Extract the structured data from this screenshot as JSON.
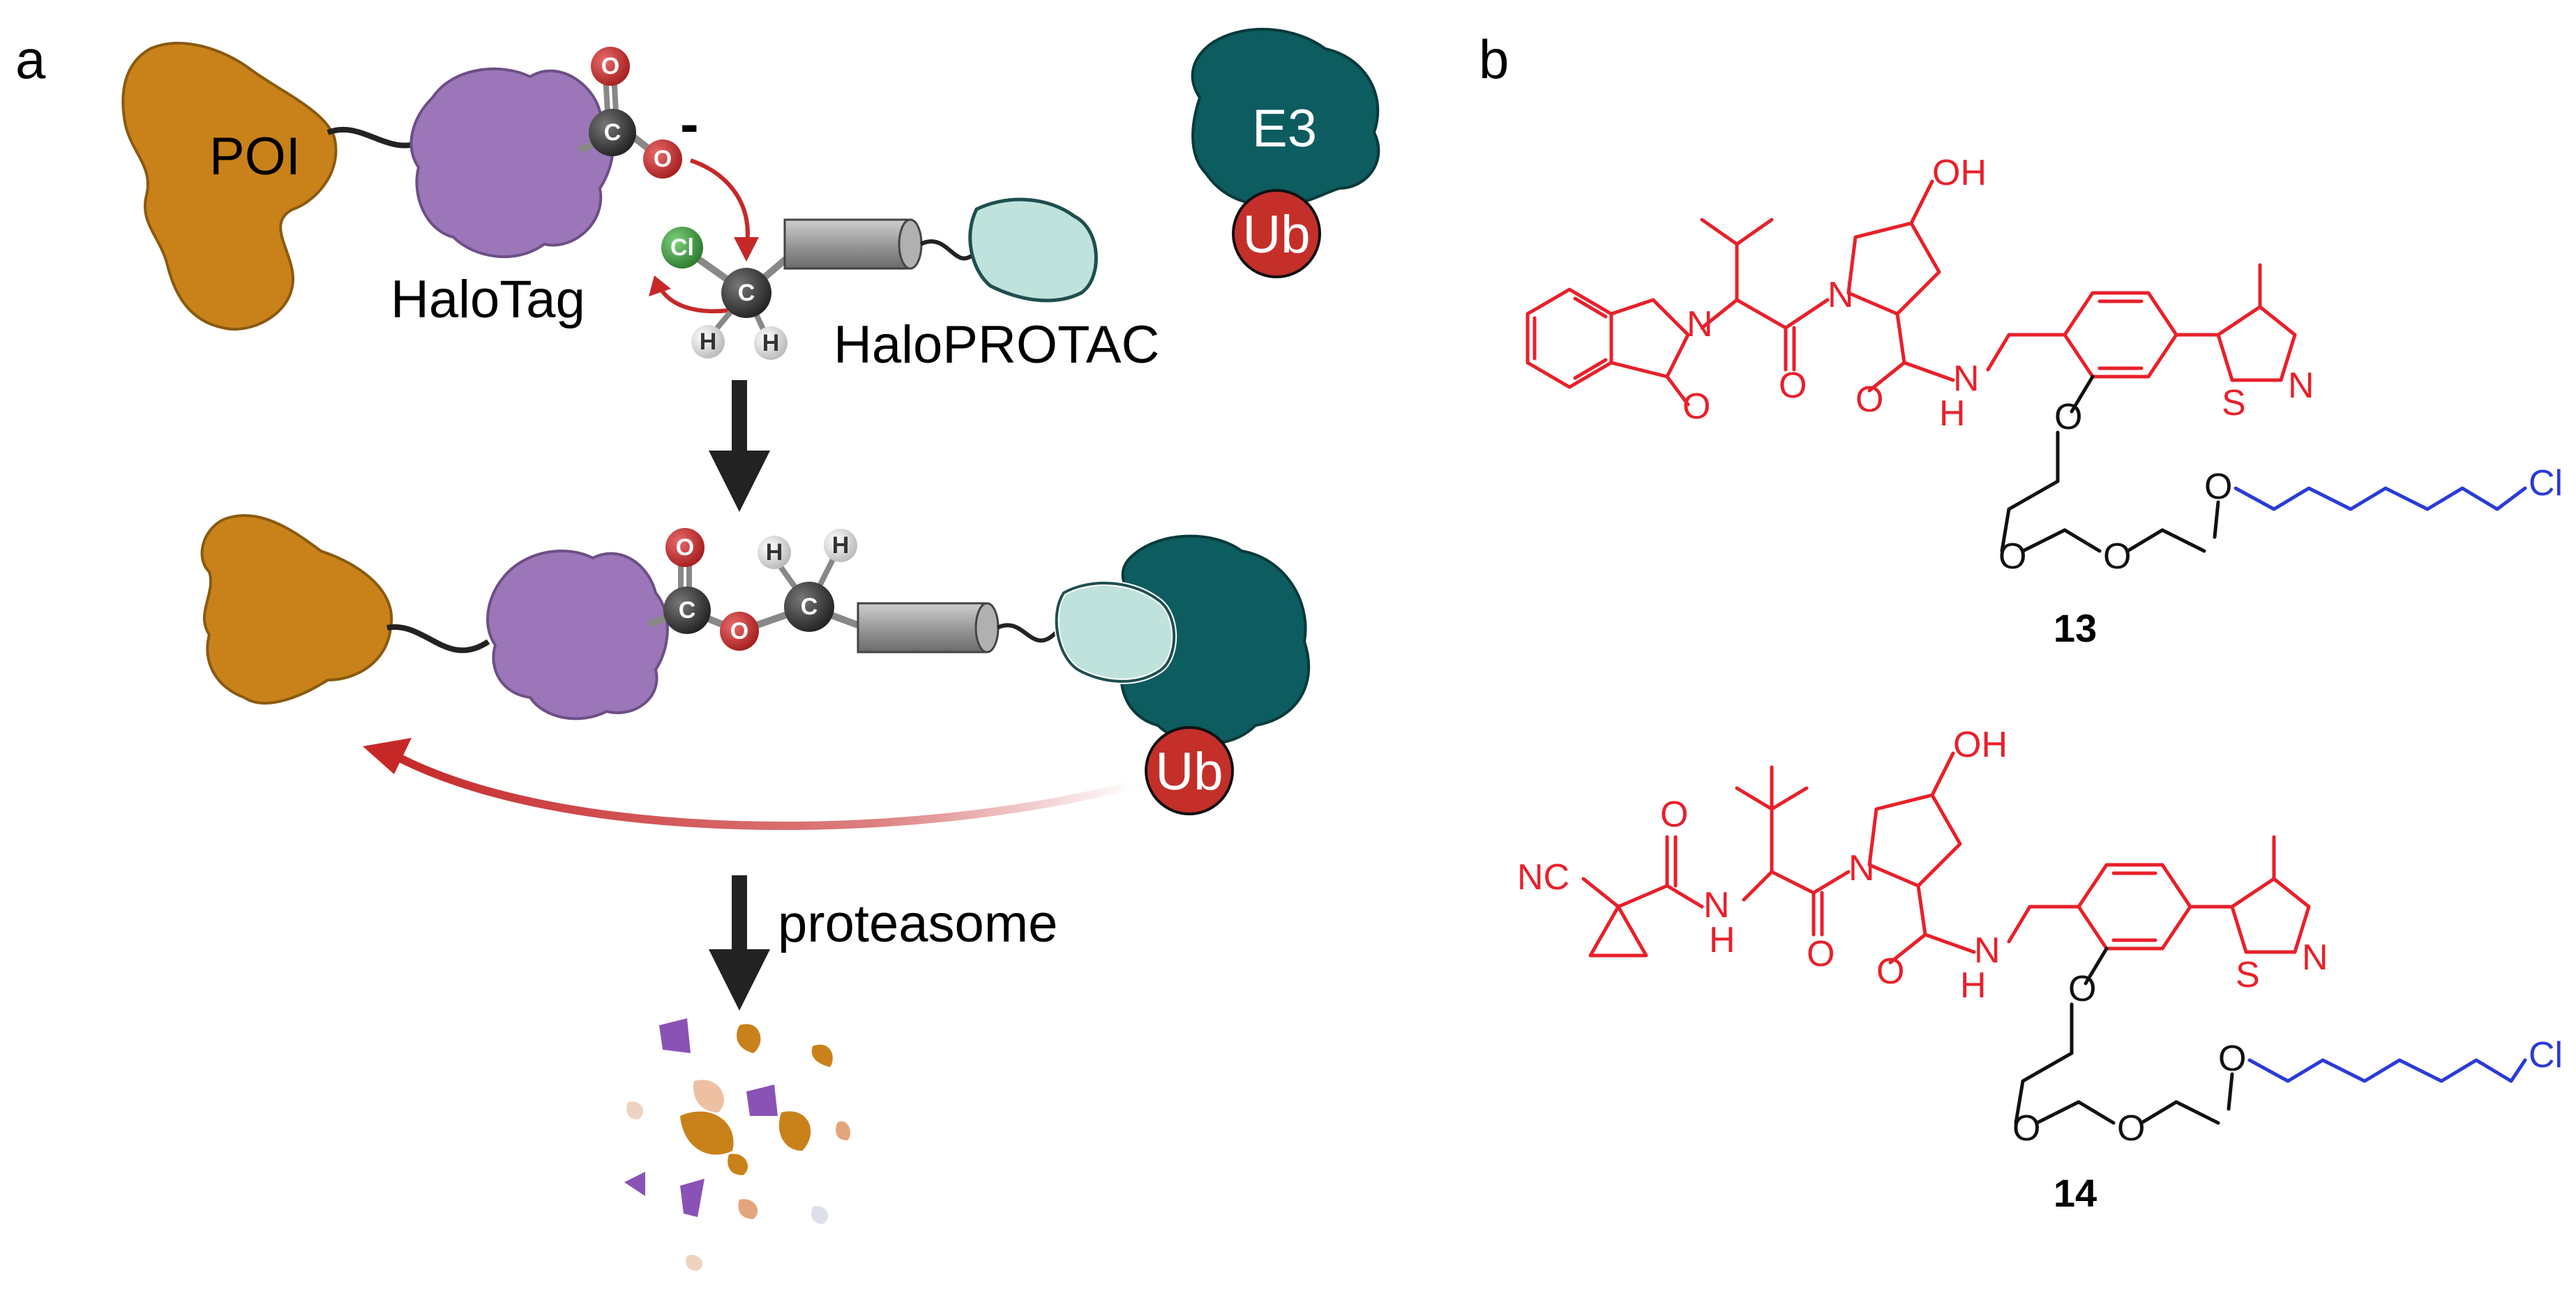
{
  "panels": {
    "a": "a",
    "b": "b"
  },
  "labels": {
    "poi": "POI",
    "halotag": "HaloTag",
    "halo_protac": "HaloPROTAC",
    "e3": "E3",
    "ub": "Ub",
    "proteasome": "proteasome",
    "charge": "-"
  },
  "atoms": {
    "o": "O",
    "c": "C",
    "h": "H",
    "cl": "Cl"
  },
  "chemistry": {
    "oh": "OH",
    "n": "N",
    "o": "O",
    "nh_n": "N",
    "nh_h": "H",
    "s": "S",
    "cl": "Cl",
    "nc": "NC"
  },
  "compounds": [
    "13",
    "14"
  ],
  "colors": {
    "poi": "#c9821a",
    "halotag": "#9b76b8",
    "e3": "#0d5c5f",
    "ub": "#c42f2a",
    "ligand": "#bfe3dc",
    "linker": "#8c8c8c",
    "arrow_red": "#c62828",
    "chem_red": "#e8202a",
    "chem_blue": "#2a3bd6",
    "atom_cl": "#3a9a3a"
  }
}
